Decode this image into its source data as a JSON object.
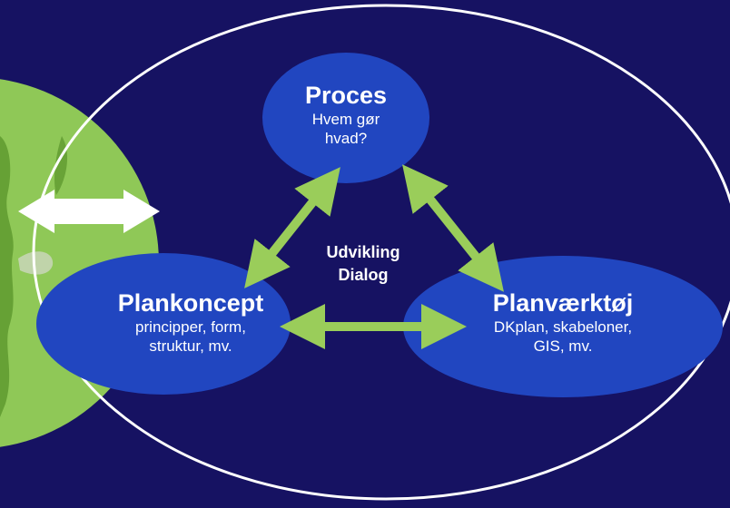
{
  "nodes": {
    "proces": {
      "title": "Proces",
      "lines": [
        "Hvem gør",
        "hvad?"
      ]
    },
    "plankoncept": {
      "title": "Plankoncept",
      "lines": [
        "principper, form,",
        "struktur, mv."
      ]
    },
    "planvaerktoj": {
      "title": "Planværktøj",
      "lines": [
        "DKplan, skabeloner,",
        "GIS, mv."
      ]
    }
  },
  "center": {
    "line1": "Udvikling",
    "line2": "Dialog"
  },
  "colors": {
    "background": "#161262",
    "node_fill": "#2146c0",
    "arrow": "#9acd5a",
    "globe": "#8fc857",
    "outline": "#ffffff"
  },
  "icons": [
    "globe-illustration",
    "double-arrow-icon"
  ]
}
